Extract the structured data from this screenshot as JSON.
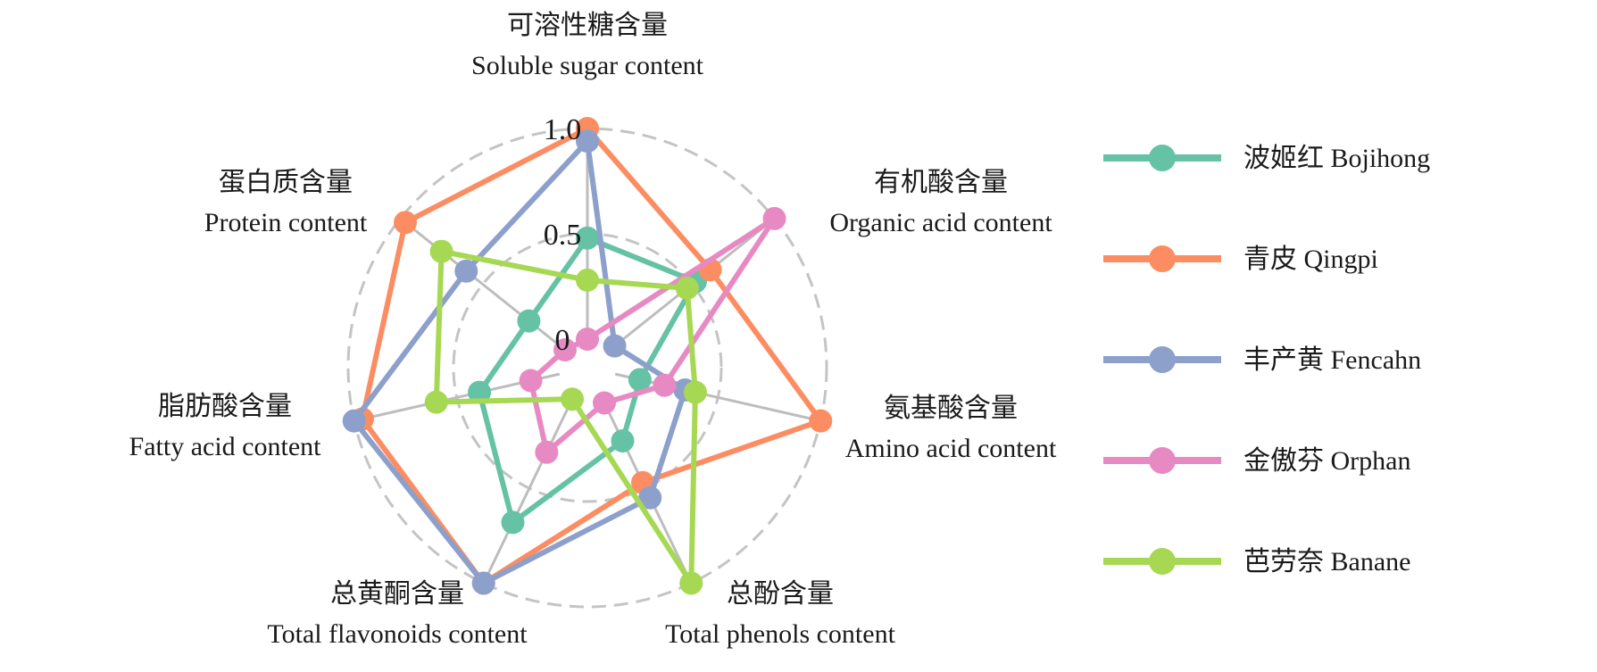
{
  "chart_data": {
    "type": "radar",
    "axes": [
      {
        "zh": "可溶性糖含量",
        "en": "Soluble sugar content"
      },
      {
        "zh": "有机酸含量",
        "en": "Organic acid content"
      },
      {
        "zh": "氨基酸含量",
        "en": "Amino acid content"
      },
      {
        "zh": "总酚含量",
        "en": "Total phenols content"
      },
      {
        "zh": "总黄酮含量",
        "en": "Total flavonoids content"
      },
      {
        "zh": "脂肪酸含量",
        "en": "Fatty acid content"
      },
      {
        "zh": "蛋白质含量",
        "en": "Protein content"
      }
    ],
    "ticks": [
      "0",
      "0.5",
      "1.0"
    ],
    "tick_values": [
      0,
      0.5,
      1.0
    ],
    "rlim": [
      0,
      1.0
    ],
    "grid": true,
    "legend_position": "right",
    "series": [
      {
        "name": "波姬红 Bojihong",
        "color": "#66c2a5",
        "values": [
          0.48,
          0.52,
          0.12,
          0.25,
          0.68,
          0.39,
          0.22
        ]
      },
      {
        "name": "青皮 Qingpi",
        "color": "#fc8d62",
        "values": [
          1.0,
          0.61,
          1.0,
          0.47,
          1.0,
          0.96,
          0.97
        ]
      },
      {
        "name": "丰产黄 Fencahn",
        "color": "#8da0cb",
        "values": [
          0.94,
          0.03,
          0.34,
          0.55,
          1.0,
          1.0,
          0.6
        ]
      },
      {
        "name": "金傲芬 Orphan",
        "color": "#e78ac3",
        "values": [
          0.0,
          1.0,
          0.24,
          0.05,
          0.31,
          0.14,
          0.0
        ]
      },
      {
        "name": "芭劳奈 Banane",
        "color": "#a6d854",
        "values": [
          0.28,
          0.47,
          0.39,
          1.0,
          0.03,
          0.6,
          0.75
        ]
      }
    ]
  }
}
